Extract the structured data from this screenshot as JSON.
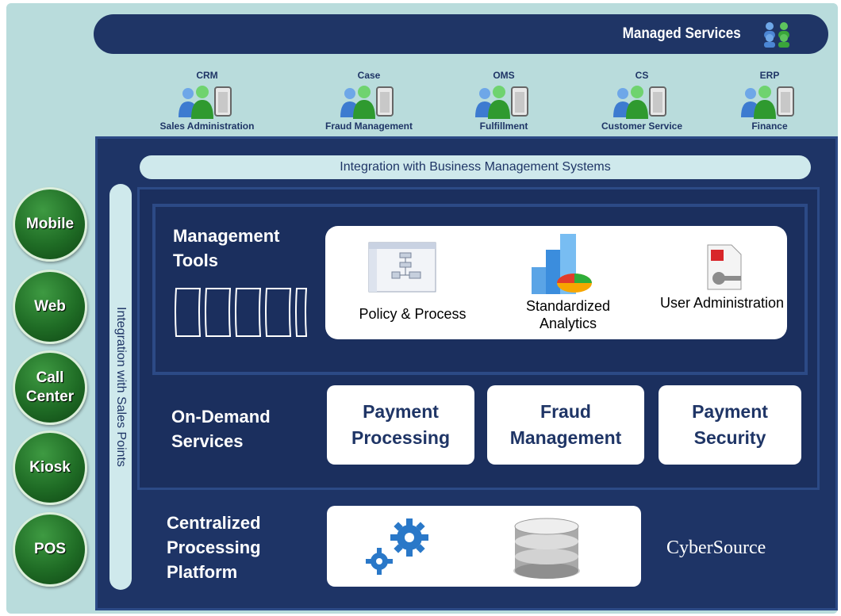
{
  "managed_services": {
    "label": "Managed Services",
    "icon": "people-group-icon"
  },
  "business_systems": [
    {
      "code": "CRM",
      "label": "Sales Administration",
      "icon": "people-server-icon"
    },
    {
      "code": "Case",
      "label": "Fraud Management",
      "icon": "people-server-icon"
    },
    {
      "code": "OMS",
      "label": "Fulfillment",
      "icon": "people-server-icon"
    },
    {
      "code": "CS",
      "label": "Customer Service",
      "icon": "people-server-icon"
    },
    {
      "code": "ERP",
      "label": "Finance",
      "icon": "people-server-icon"
    }
  ],
  "integration_business": "Integration with Business Management Systems",
  "integration_sales": "Integration with Sales Points",
  "management_tools": {
    "label": "Management Tools",
    "items": [
      {
        "label": "Policy & Process",
        "icon": "flowchart-icon"
      },
      {
        "label": "Standardized Analytics",
        "icon": "analytics-chart-icon"
      },
      {
        "label": "User Administration",
        "icon": "key-document-icon"
      }
    ]
  },
  "on_demand": {
    "label": "On-Demand Services",
    "services": [
      {
        "label": "Payment\nProcessing"
      },
      {
        "label": "Fraud\nManagement"
      },
      {
        "label": "Payment\nSecurity"
      }
    ]
  },
  "platform": {
    "label": "Centralized Processing Platform",
    "icons": [
      "gears-icon",
      "database-icon"
    ],
    "brand": "CyberSource"
  },
  "channels": [
    {
      "label": "Mobile"
    },
    {
      "label": "Web"
    },
    {
      "label": "Call\nCenter"
    },
    {
      "label": "Kiosk"
    },
    {
      "label": "POS"
    }
  ],
  "colors": {
    "navy": "#1e3466",
    "light_teal": "#b9dcdc",
    "bar_fill": "#cfe9ec",
    "channel_green": "#2a7d30"
  }
}
